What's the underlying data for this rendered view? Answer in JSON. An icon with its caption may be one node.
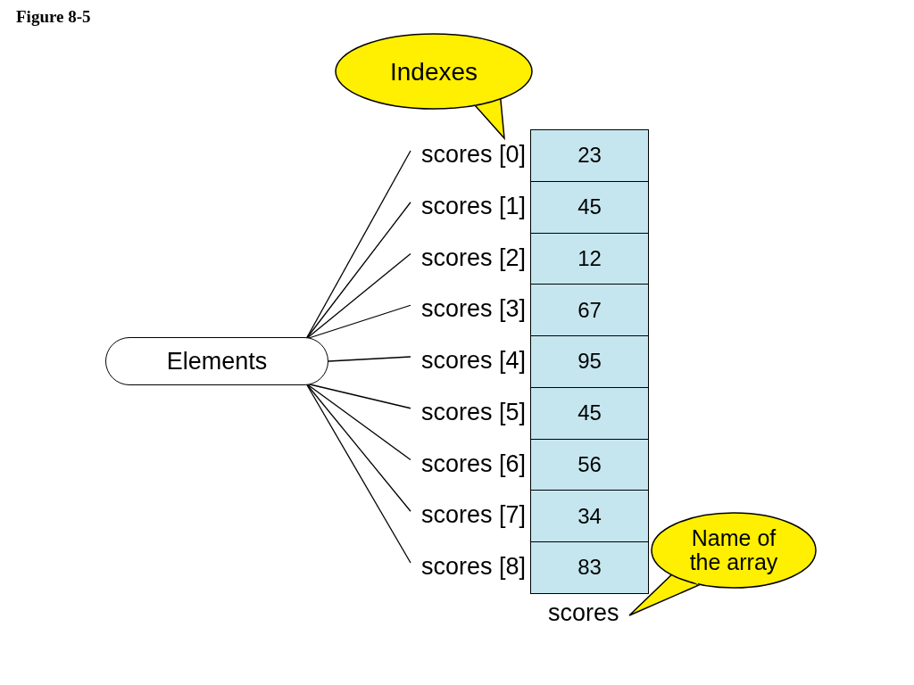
{
  "diagram": {
    "title": "Figure 8-5",
    "nodes": [
      {
        "text": [
          "Elements"
        ]
      },
      {
        "text": [
          "scores [0]"
        ]
      },
      {
        "text": [
          "scores [1]"
        ]
      },
      {
        "text": [
          "scores [2]"
        ]
      },
      {
        "text": [
          "scores [3]"
        ]
      },
      {
        "text": [
          "scores [4]"
        ]
      },
      {
        "text": [
          "scores [5]"
        ]
      },
      {
        "text": [
          "scores [6]"
        ]
      },
      {
        "text": [
          "scores [7]"
        ]
      },
      {
        "text": [
          "scores [8]"
        ]
      },
      {
        "text": [
          "23"
        ]
      },
      {
        "text": [
          "45"
        ]
      },
      {
        "text": [
          "12"
        ]
      },
      {
        "text": [
          "67"
        ]
      },
      {
        "text": [
          "95"
        ]
      },
      {
        "text": [
          "45"
        ]
      },
      {
        "text": [
          "56"
        ]
      },
      {
        "text": [
          "34"
        ]
      },
      {
        "text": [
          "83"
        ]
      },
      {
        "text": [
          "Indexes"
        ]
      },
      {
        "text": [
          "Name of the array"
        ]
      }
    ],
    "edges": [
      {
        "from": 0,
        "to": 1,
        "arrow": "none"
      },
      {
        "from": 0,
        "to": 2,
        "arrow": "none"
      },
      {
        "from": 0,
        "to": 3,
        "arrow": "none"
      },
      {
        "from": 0,
        "to": 4,
        "arrow": "none"
      },
      {
        "from": 0,
        "to": 5,
        "arrow": "none"
      },
      {
        "from": 0,
        "to": 6,
        "arrow": "none"
      },
      {
        "from": 0,
        "to": 7,
        "arrow": "none"
      },
      {
        "from": 0,
        "to": 8,
        "arrow": "none"
      },
      {
        "from": 0,
        "to": 9,
        "arrow": "none"
      }
    ],
    "labels": [
      "scores"
    ]
  }
}
